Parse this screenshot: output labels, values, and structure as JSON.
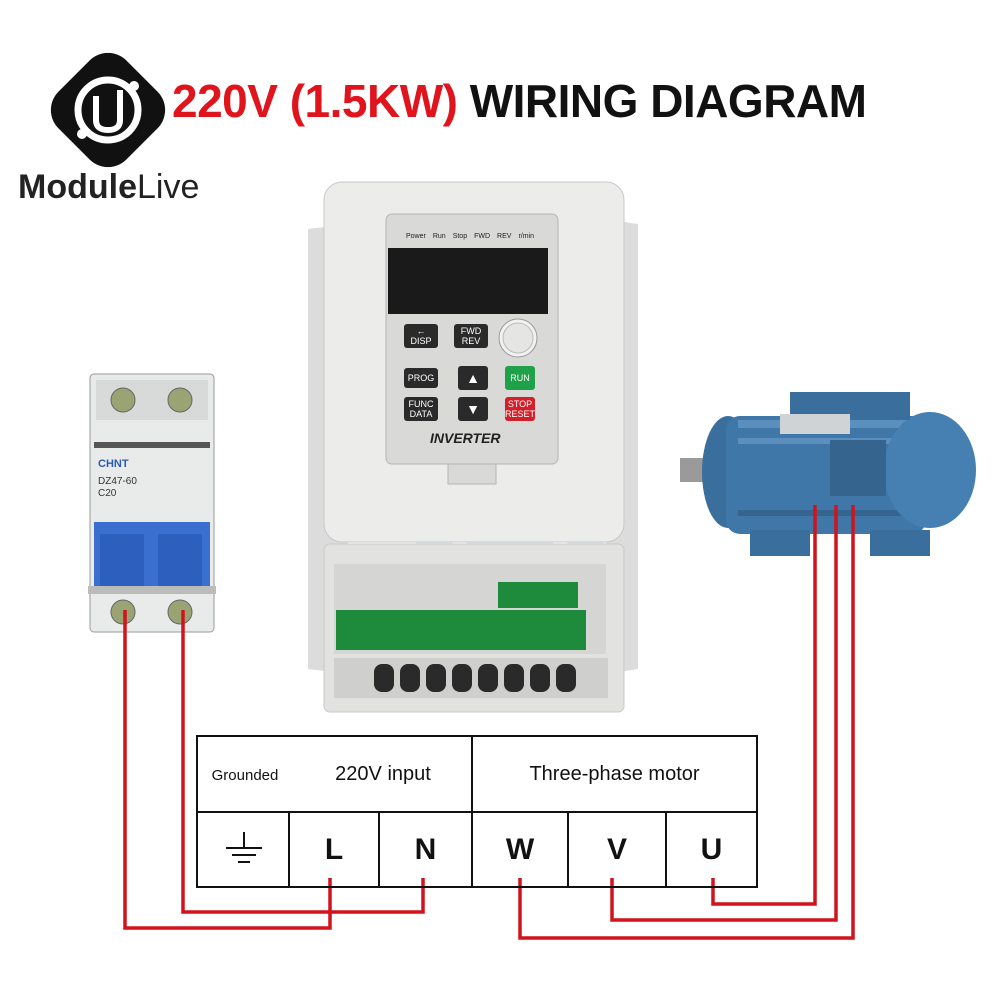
{
  "brand": {
    "name_bold": "Module",
    "name_light": "Live"
  },
  "title": {
    "part1": "220V (1.5KW)",
    "part2": "WIRING DIAGRAM"
  },
  "breaker": {
    "brand": "CHNT",
    "model": "DZ47-60",
    "rating": "C20"
  },
  "inverter": {
    "indicators": [
      "Power",
      "Run",
      "Stop",
      "FWD",
      "REV",
      "r/min"
    ],
    "buttons": {
      "disp": "DISP",
      "fwd": "FWD",
      "rev": "REV",
      "prog": "PROG",
      "run": "RUN",
      "func": "FUNC",
      "data": "DATA",
      "stop": "STOP",
      "reset": "RESET"
    },
    "label": "INVERTER"
  },
  "table": {
    "grounded": "Grounded",
    "input_header": "220V input",
    "motor_header": "Three-phase motor",
    "terminals": [
      "L",
      "N",
      "W",
      "V",
      "U"
    ]
  },
  "colors": {
    "wire": "#d0141c",
    "title_red": "#e0141c",
    "motor_blue": "#3f77a8",
    "breaker_blue": "#3a6fd0"
  }
}
